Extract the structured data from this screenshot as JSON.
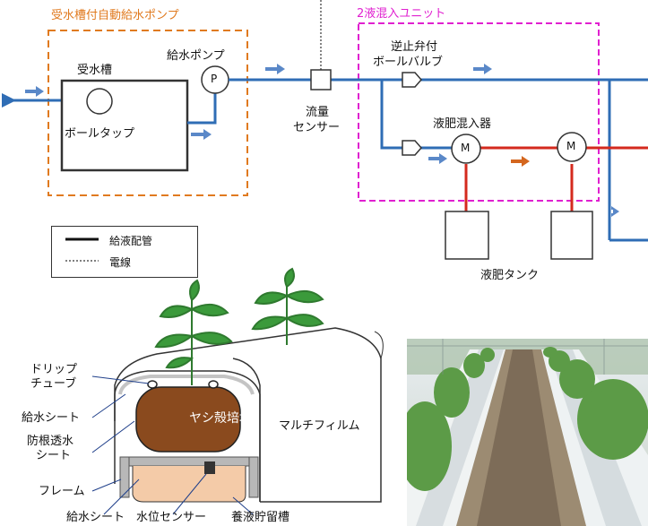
{
  "diagram": {
    "group_pump": "受水槽付自動給水ポンプ",
    "group_unit": "2液混入ユニット",
    "tank": "受水槽",
    "ball_tap": "ボールタップ",
    "pump": "給水ポンプ",
    "pump_symbol": "P",
    "flow_sensor": [
      "流量",
      "センサー"
    ],
    "check_valve": [
      "逆止弁付",
      "ボールバルブ"
    ],
    "mixer": "液肥混入器",
    "mixer_symbol": "M",
    "fertilizer_tank": "液肥タンク",
    "legend": {
      "pipe": "給液配管",
      "wire": "電線"
    }
  },
  "cross_section": {
    "drip_tube": [
      "ドリップ",
      "チューブ"
    ],
    "supply_sheet_top": "給水シート",
    "root_sheet": [
      "防根透水",
      "シート"
    ],
    "frame": "フレーム",
    "supply_sheet_bottom": "給水シート",
    "level_sensor": "水位センサー",
    "reservoir": "養液貯留槽",
    "substrate": "ヤシ殻培地",
    "mulch": "マルチフィルム"
  },
  "colors": {
    "pipe_blue": "#2f6db5",
    "fertilizer_red": "#d42a1e",
    "orange_group": "#e07a1f",
    "magenta_group": "#e020d0",
    "substrate_brown": "#8a4a1e"
  }
}
